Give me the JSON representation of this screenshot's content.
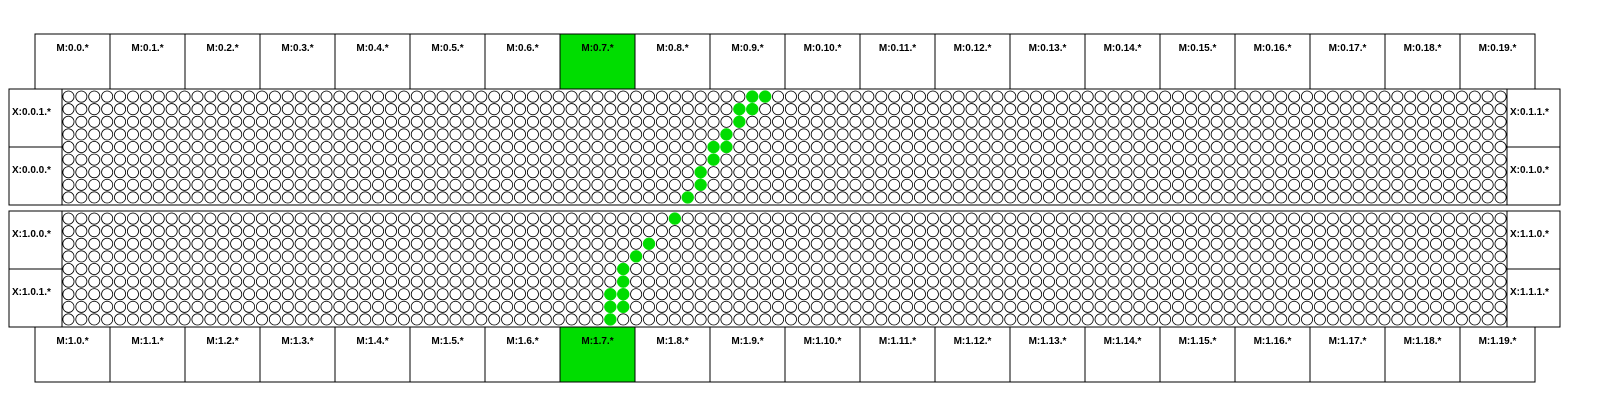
{
  "colors": {
    "background": "#ffffff",
    "stroke": "#000000",
    "highlight": "#00dd00",
    "dot_empty": "#ffffff"
  },
  "top_header": {
    "labels": [
      "M:0.0.*",
      "M:0.1.*",
      "M:0.2.*",
      "M:0.3.*",
      "M:0.4.*",
      "M:0.5.*",
      "M:0.6.*",
      "M:0.7.*",
      "M:0.8.*",
      "M:0.9.*",
      "M:0.10.*",
      "M:0.11.*",
      "M:0.12.*",
      "M:0.13.*",
      "M:0.14.*",
      "M:0.15.*",
      "M:0.16.*",
      "M:0.17.*",
      "M:0.18.*",
      "M:0.19.*"
    ],
    "highlighted_index": 7
  },
  "bottom_header": {
    "labels": [
      "M:1.0.*",
      "M:1.1.*",
      "M:1.2.*",
      "M:1.3.*",
      "M:1.4.*",
      "M:1.5.*",
      "M:1.6.*",
      "M:1.7.*",
      "M:1.8.*",
      "M:1.9.*",
      "M:1.10.*",
      "M:1.11.*",
      "M:1.12.*",
      "M:1.13.*",
      "M:1.14.*",
      "M:1.15.*",
      "M:1.16.*",
      "M:1.17.*",
      "M:1.18.*",
      "M:1.19.*"
    ],
    "highlighted_index": 7
  },
  "blocks": [
    {
      "left_labels": [
        "X:0.0.1.*",
        "X:0.0.0.*"
      ],
      "right_labels": [
        "X:0.1.1.*",
        "X:0.1.0.*"
      ]
    },
    {
      "left_labels": [
        "X:1.0.0.*",
        "X:1.0.1.*"
      ],
      "right_labels": [
        "X:1.1.0.*",
        "X:1.1.1.*"
      ]
    }
  ],
  "dot_grid": {
    "columns": 112,
    "rows_per_block": 9,
    "lit_dots": [
      {
        "block": 0,
        "row": 0,
        "cols": [
          53,
          54
        ]
      },
      {
        "block": 0,
        "row": 1,
        "cols": [
          52,
          53
        ]
      },
      {
        "block": 0,
        "row": 2,
        "cols": [
          52
        ]
      },
      {
        "block": 0,
        "row": 3,
        "cols": [
          51
        ]
      },
      {
        "block": 0,
        "row": 4,
        "cols": [
          50,
          51
        ]
      },
      {
        "block": 0,
        "row": 5,
        "cols": [
          50
        ]
      },
      {
        "block": 0,
        "row": 6,
        "cols": [
          49
        ]
      },
      {
        "block": 0,
        "row": 7,
        "cols": [
          49
        ]
      },
      {
        "block": 0,
        "row": 8,
        "cols": [
          48
        ]
      },
      {
        "block": 1,
        "row": 0,
        "cols": [
          47
        ]
      },
      {
        "block": 1,
        "row": 2,
        "cols": [
          45
        ]
      },
      {
        "block": 1,
        "row": 3,
        "cols": [
          44
        ]
      },
      {
        "block": 1,
        "row": 4,
        "cols": [
          43
        ]
      },
      {
        "block": 1,
        "row": 5,
        "cols": [
          43
        ]
      },
      {
        "block": 1,
        "row": 6,
        "cols": [
          42,
          43
        ]
      },
      {
        "block": 1,
        "row": 7,
        "cols": [
          42,
          43
        ]
      },
      {
        "block": 1,
        "row": 8,
        "cols": [
          42
        ]
      }
    ]
  }
}
